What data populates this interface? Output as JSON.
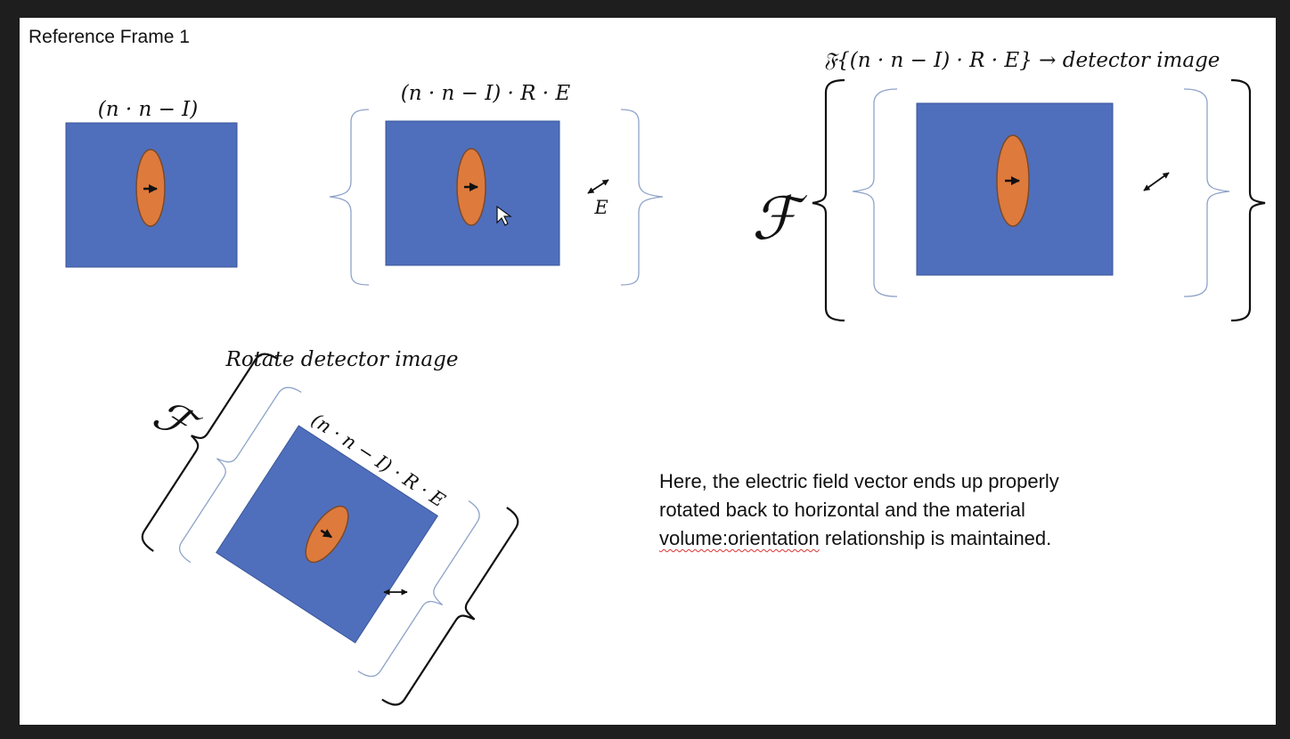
{
  "slide": {
    "title": "Reference Frame 1",
    "colors": {
      "material": "#4f6fbd",
      "inclusion": "#de7a3c",
      "inclusion_edge": "#7a4a2a",
      "bracket_light": "#8ea3c9",
      "bracket_dark": "#111111"
    }
  },
  "panel1": {
    "label": "(n · n − I)"
  },
  "panel2": {
    "label": "(n · n − I) · R · E",
    "field_label": "E"
  },
  "panel3": {
    "label": "𝔉{(n · n − I) · R · E} → detector image",
    "fourier_symbol": "ℱ"
  },
  "panel4": {
    "heading": "Rotate detector image",
    "label": "(n · n − I) · R · E",
    "fourier_symbol": "ℱ"
  },
  "description": {
    "line1": "Here, the electric field vector ends up properly",
    "line2": "rotated back to horizontal and the material",
    "line3_flagged": "volume:orientation",
    "line3_rest": " relationship is maintained."
  }
}
